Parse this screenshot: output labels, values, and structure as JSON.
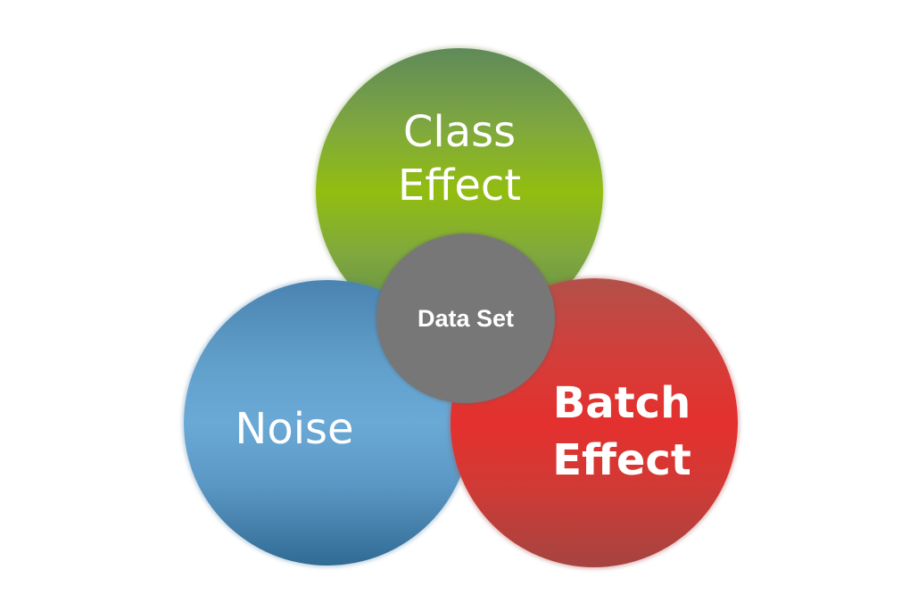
{
  "diagram": {
    "circles": {
      "class_effect": {
        "lines": [
          "Class",
          "Effect"
        ],
        "color": "#92bd10"
      },
      "noise": {
        "lines": [
          "Noise"
        ],
        "color": "#6aa9d6"
      },
      "batch_effect": {
        "lines": [
          "Batch",
          "Effect"
        ],
        "color": "#e4302e"
      },
      "data_set": {
        "lines": [
          "Data Set"
        ],
        "color": "#777777"
      }
    },
    "text_color": "#ffffff"
  }
}
